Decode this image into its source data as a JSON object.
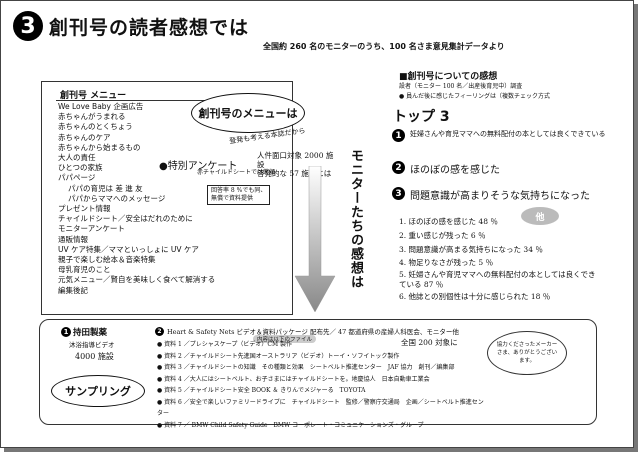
{
  "header": {
    "number": "3",
    "title": "創刊号の読者感想では",
    "subtitle": "全国約 260 名のモニターのうち、100 名さま意見集計データより"
  },
  "menu": {
    "heading": "創刊号 メニュー",
    "items": [
      "We Love Baby 企画広告",
      "赤ちゃんがうまれる",
      "赤ちゃんのとくちょう",
      "赤ちゃんのケア",
      "赤ちゃんから始まるもの",
      "大人の責任",
      "ひとつの家族",
      "パパページ",
      "パパの育児は 差 進 友",
      "パパからママへのメッセージ",
      "プレゼント情報",
      "チャイルドシート／安全はだれのために",
      "モニターアンケート",
      "通販情報",
      "UV ケア特集／ママといっしょに UV ケア",
      "親子で楽しむ絵本＆音楽特集",
      "母乳育児のこと",
      "元気メニュー／賢自を美味しく食べて解消する",
      "編集後記"
    ],
    "bubble": "創刊号のメニューは"
  },
  "survey": {
    "title": "●特別アンケート",
    "box": "赤チャイルドシートでは薬頒",
    "sub1": "回答率 8 %でも同、",
    "sub2": "無償で資料提供",
    "note_a": "登発も考える本誌だから",
    "note_b1": "人件面口対象 2000 施設",
    "note_b2": "啓発的な 57 施設には"
  },
  "center": {
    "vertical_heading": "モニターたちの感想は"
  },
  "results": {
    "heading": "■創刊号についての感想",
    "line1": "設者（モニター 100 名／出産後育児中）調査",
    "line2": "● 員んだ後に感じたフィーリングは（複数チェック方式",
    "top3_label": "トップ 3",
    "top3": [
      {
        "num": "1",
        "text": "妊婦さんや育児ママへの無料配付の本としては良くできている"
      },
      {
        "num": "2",
        "text": "ほのぼの感を感じた"
      },
      {
        "num": "3",
        "text": "問題意識が高まりそうな気持ちになった"
      }
    ],
    "stats": [
      "1. ほのぼの感を感じた 48 ％",
      "2. 重い感じが残った 6 ％",
      "3. 問題意識が高まる気持ちになった 34 ％",
      "4. 物足りなさが残った 5 ％",
      "5. 妊婦さんや育児ママへの無料配付の本としては良くできている 87 ％",
      "6. 他誌との別個性は十分に感じられた 18 ％"
    ],
    "other_badge": "他"
  },
  "sampling": {
    "mochida_num": "1",
    "mochida_title": "持田製薬",
    "mochida_sub": "沐浴指導ビデオ",
    "mochida_count": "4000 施設",
    "heart_num": "2",
    "heart_title": "Heart & Safety Nets ビデオ＆資料パッケージ 配布先／ 47 都道府県の産婦人科医会、モニター他",
    "heart_sub": "内容は以下のファイル",
    "heart_count": "全国 200 対象に",
    "materials": [
      "● 資料 1 ／プレシャスケープ（ビデオ）CM 製作",
      "● 資料 2 ／チャイルドシート先進国オーストラリア（ビデオ）トーイ・ソフイトック製作",
      "● 資料 3 ／チャイルドシートの知識　その種類と効果　シートベルト推進センター　JAF 協力　創刊／編集部",
      "● 資料 4 ／大人にはシートベルト、お子さまにはチャイルドシートを。地慶協人　日本自動車工業会",
      "● 資料 5 ／チャイルドシート安全 BOOK ＆ きりんでメジャーる　TOYOTA",
      "● 資料 6 ／安全で楽しいファミリードライブに　チャイルドシート　監修／警察庁交通局　企画／シートベルト推進センター",
      "● 資料 7 ／ BMW Child Safety Guide　BMW コーポレート・コミュニケーションズ・グループ"
    ],
    "bubble": "サンプリング",
    "bubble_right": "協力くださったメーカーさま、ありがとうございます。"
  }
}
